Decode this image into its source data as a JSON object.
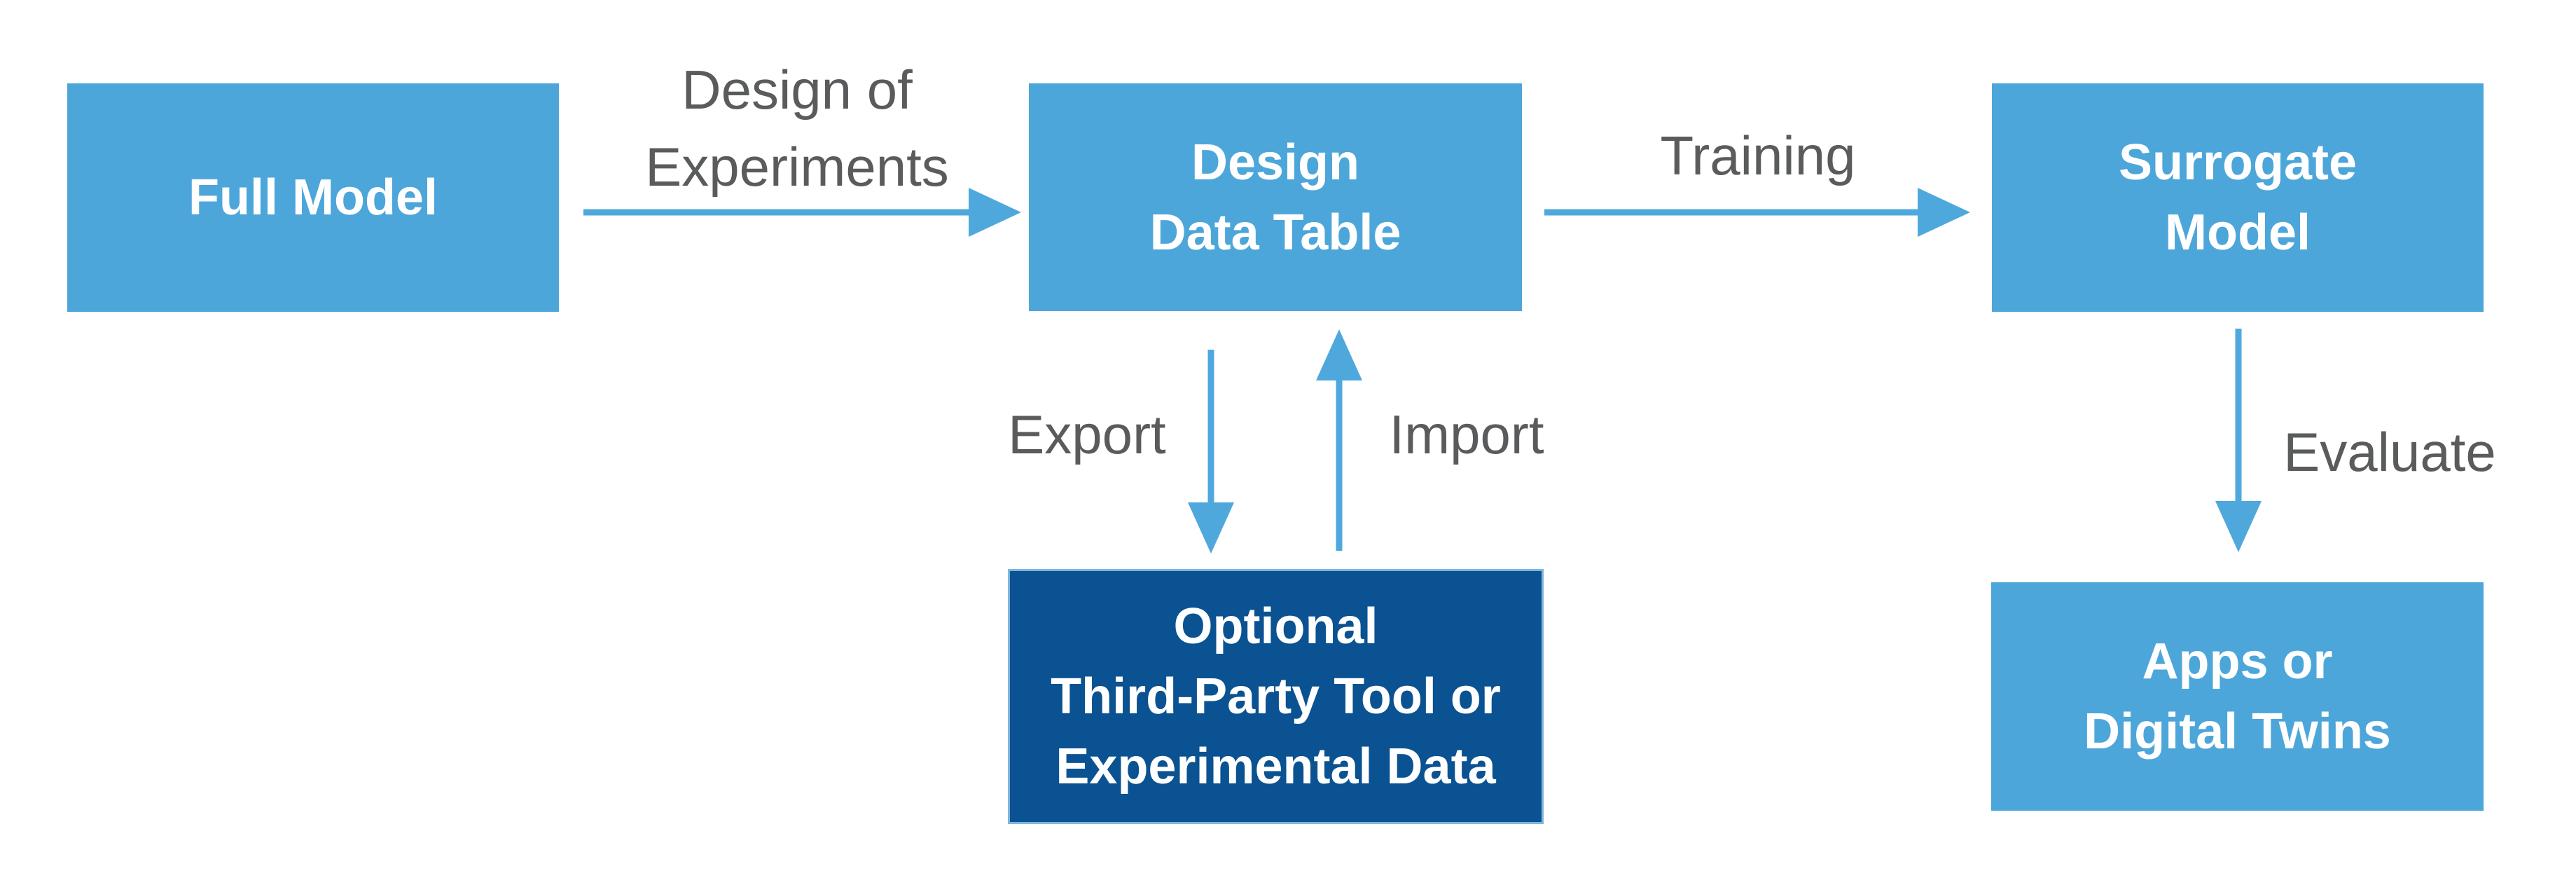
{
  "diagram": {
    "title": "Surrogate model workflow diagram",
    "colors": {
      "box_light": "#4DA6D9",
      "box_dark": "#0A5291",
      "box_dark_border": "#7FB5DC",
      "arrow": "#4FA8DC",
      "label_text": "#595B5D",
      "box_text": "#FFFFFF",
      "background": "#FFFFFF"
    },
    "nodes": {
      "full_model": {
        "lines": [
          "Full Model"
        ]
      },
      "design_data_table": {
        "lines": [
          "Design",
          "Data Table"
        ]
      },
      "surrogate_model": {
        "lines": [
          "Surrogate",
          "Model"
        ]
      },
      "third_party": {
        "lines": [
          "Optional",
          "Third-Party Tool or",
          "Experimental Data"
        ]
      },
      "apps_digital_twins": {
        "lines": [
          "Apps or",
          "Digital Twins"
        ]
      }
    },
    "edges": {
      "doe": {
        "lines": [
          "Design of",
          "Experiments"
        ],
        "from": "full_model",
        "to": "design_data_table"
      },
      "training": {
        "lines": [
          "Training"
        ],
        "from": "design_data_table",
        "to": "surrogate_model"
      },
      "export": {
        "lines": [
          "Export"
        ],
        "from": "design_data_table",
        "to": "third_party"
      },
      "import": {
        "lines": [
          "Import"
        ],
        "from": "third_party",
        "to": "design_data_table"
      },
      "evaluate": {
        "lines": [
          "Evaluate"
        ],
        "from": "surrogate_model",
        "to": "apps_digital_twins"
      }
    }
  }
}
